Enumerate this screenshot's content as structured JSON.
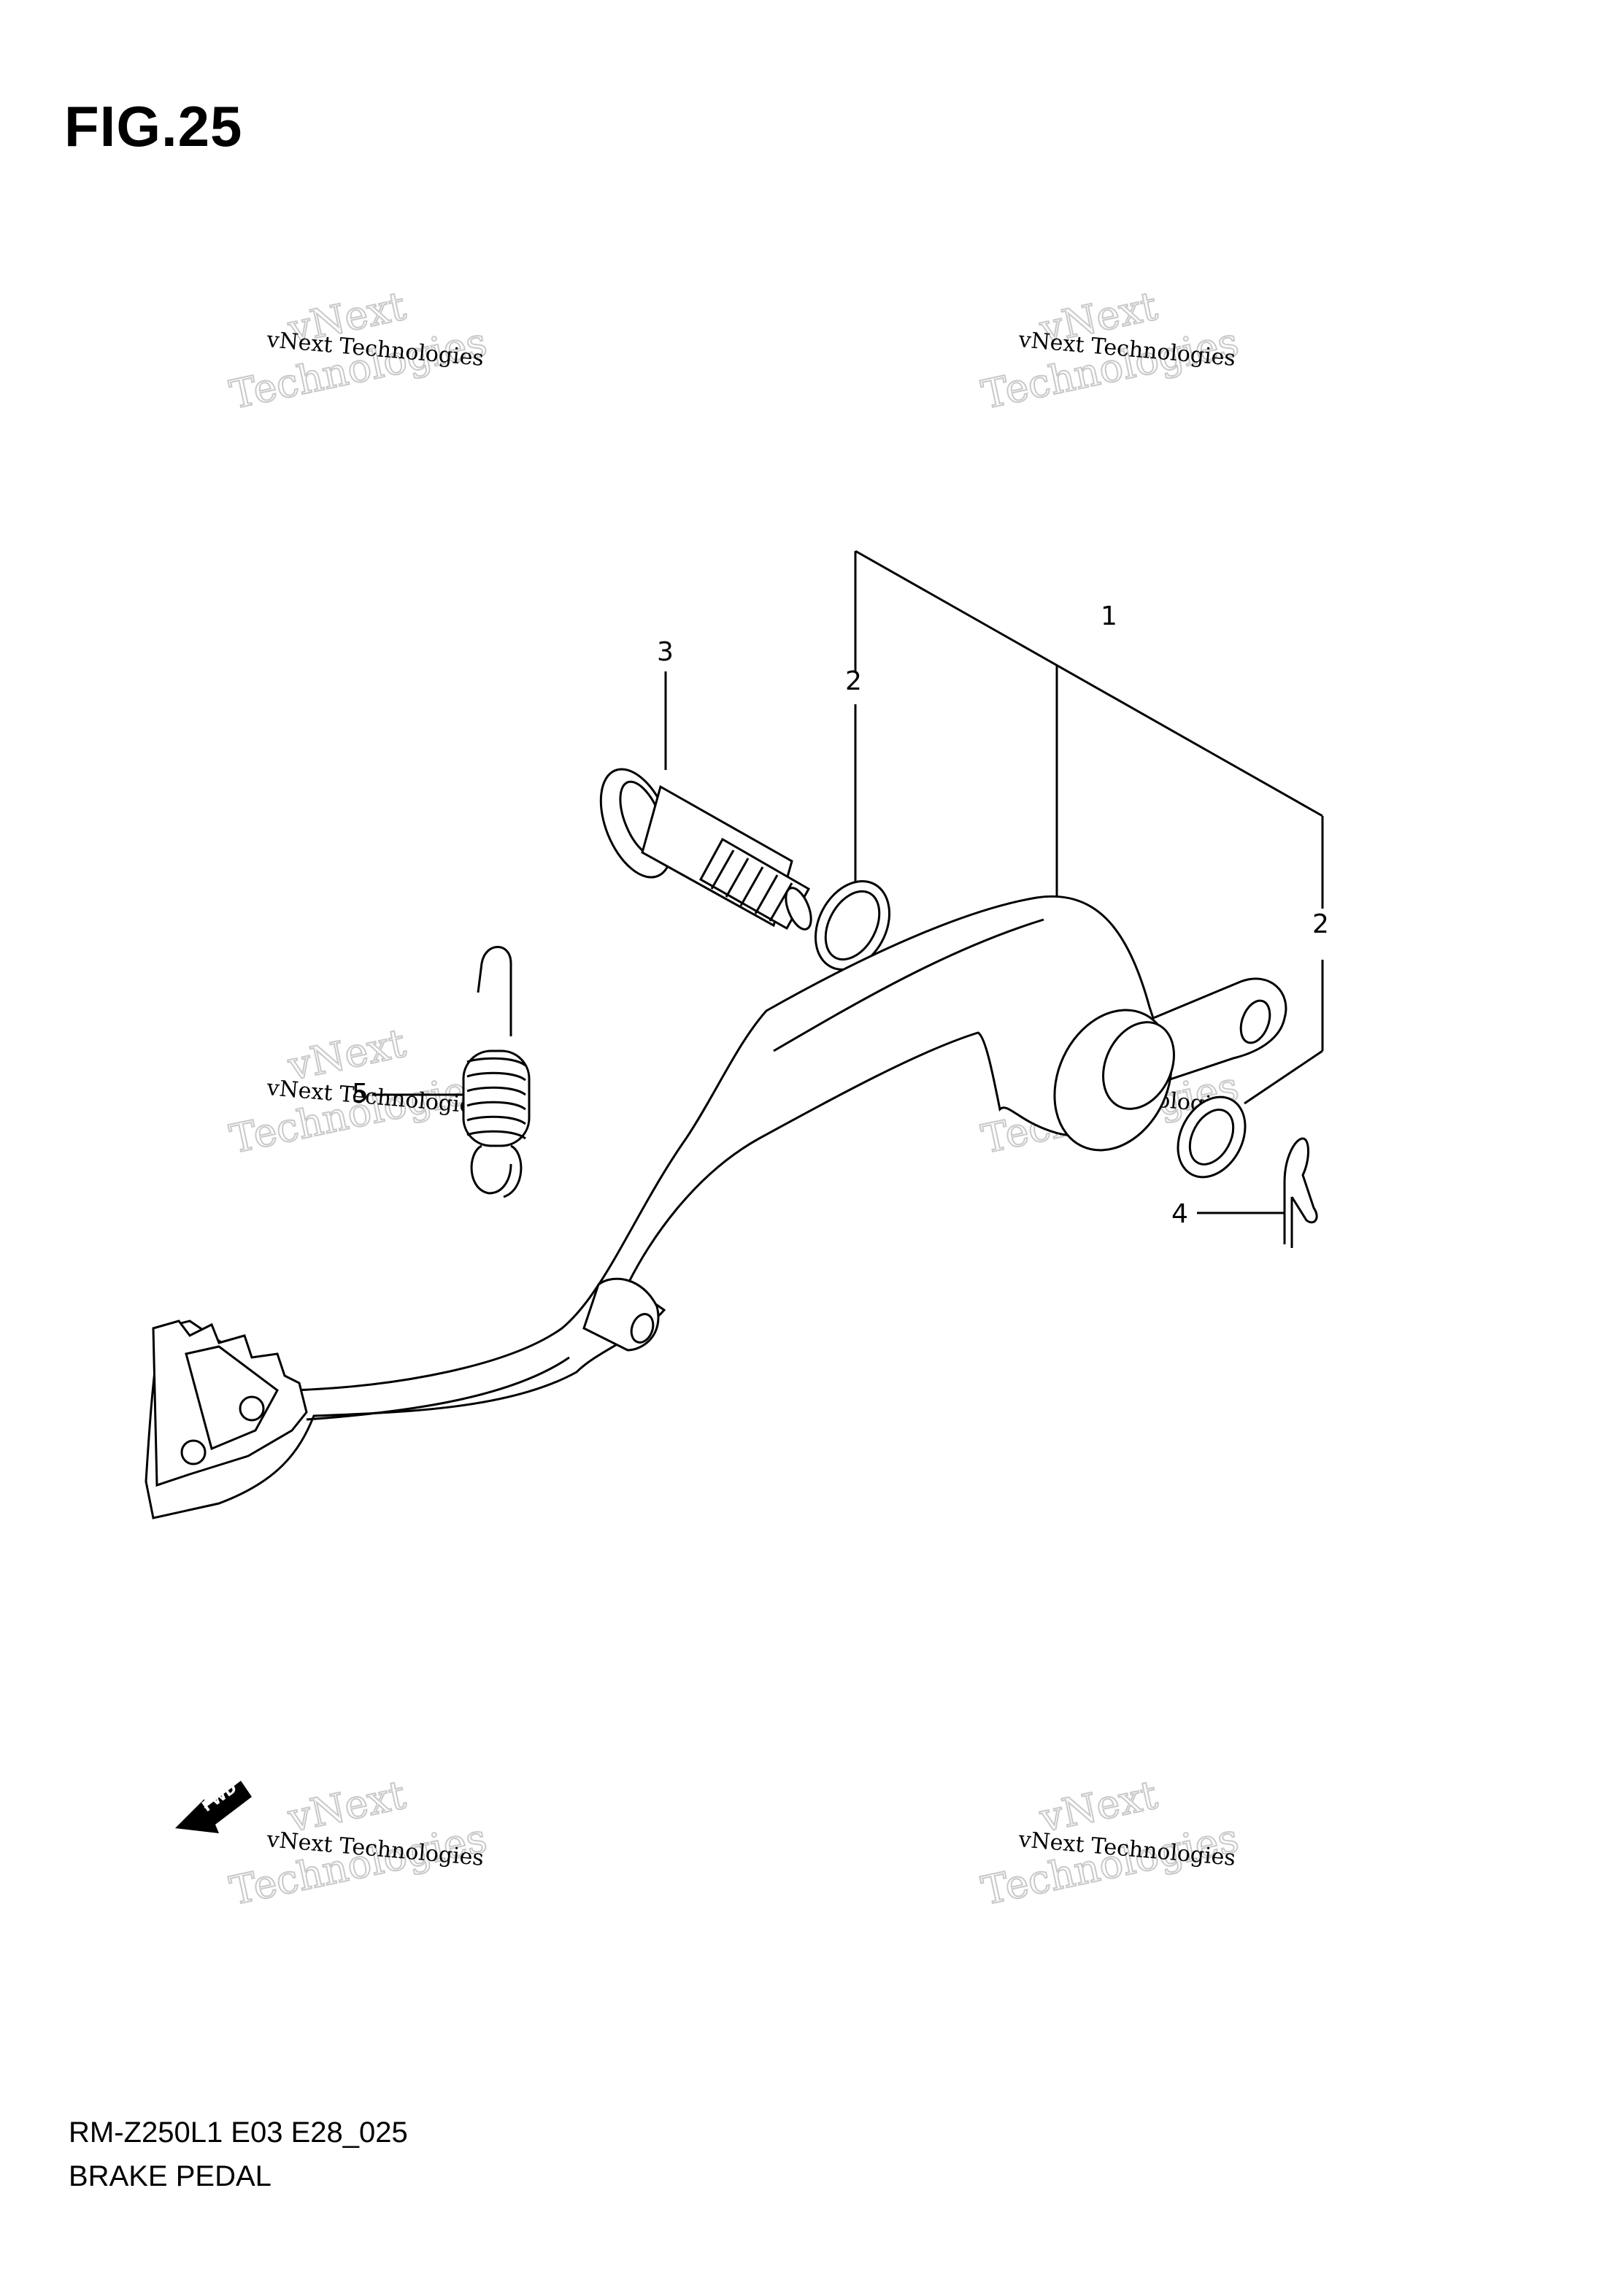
{
  "figure": {
    "title": "FIG.25"
  },
  "footer": {
    "code": "RM-Z250L1 E03 E28_025",
    "name": "BRAKE PEDAL"
  },
  "parts": [
    {
      "ref": "1",
      "label": "1"
    },
    {
      "ref": "2a",
      "label": "2"
    },
    {
      "ref": "2b",
      "label": "2"
    },
    {
      "ref": "3",
      "label": "3"
    },
    {
      "ref": "4",
      "label": "4"
    },
    {
      "ref": "5",
      "label": "5"
    }
  ],
  "direction_marker": {
    "label": "FWD"
  },
  "watermark": {
    "small": "vNext Technologies",
    "big_line1": "vNext",
    "big_line2": "Technologies"
  }
}
